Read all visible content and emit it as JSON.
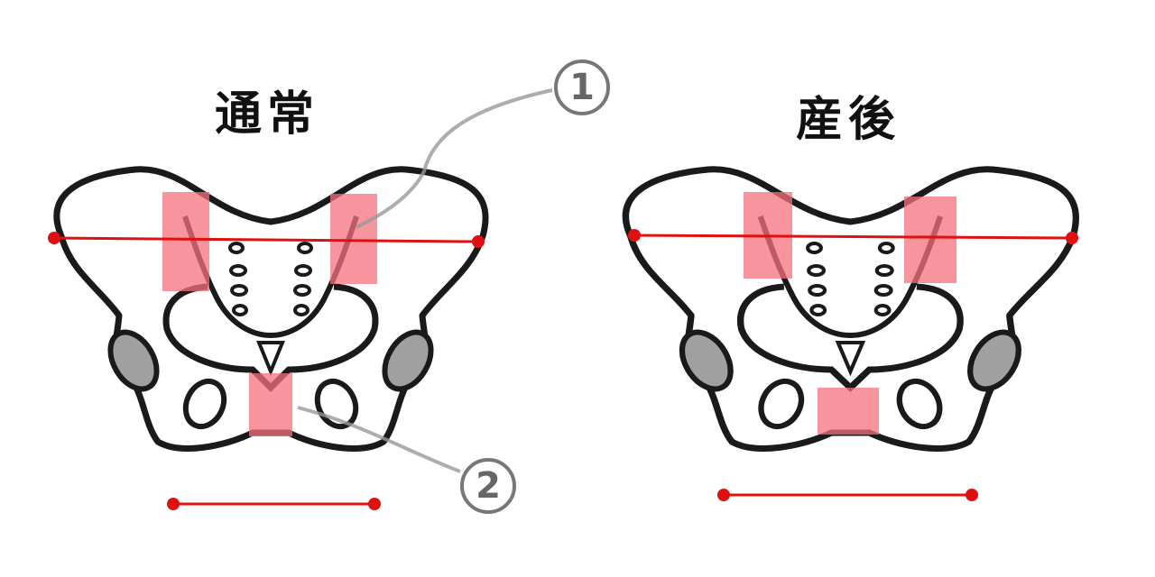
{
  "titles": {
    "normal": "通常",
    "postpartum": "産後"
  },
  "callouts": {
    "one": "1",
    "two": "2"
  },
  "colors": {
    "outline": "#1a1a1a",
    "highlight": "#f4707c",
    "measure": "#e01010",
    "acetabulum": "#a0a0a0",
    "callout": "#999999"
  }
}
